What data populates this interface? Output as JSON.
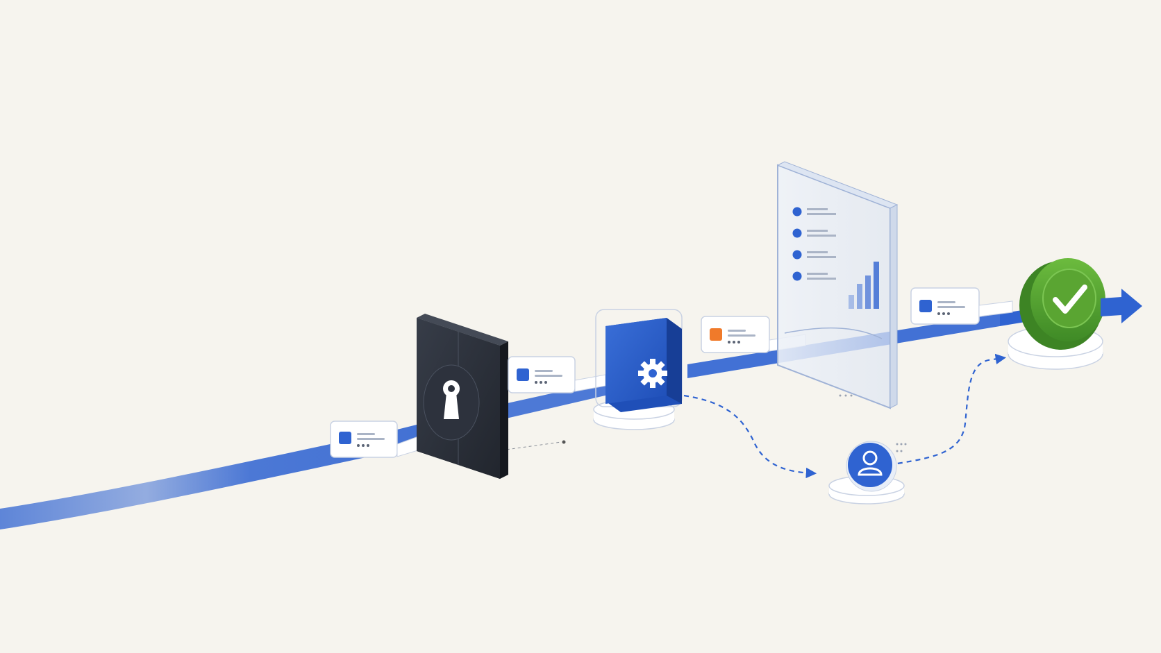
{
  "colors": {
    "background": "#f6f4ee",
    "flow_blue": "#2f63d1",
    "flow_blue_dark": "#1f4fb8",
    "lock_dark": "#2a2f3a",
    "success_green": "#5aa532",
    "success_green_dark": "#3d8424",
    "item_orange": "#f07a2a",
    "card_border": "#c9d2e3",
    "glass": "#e6ecf6"
  },
  "icons": {
    "gate": "keyhole-icon",
    "processor": "gear-icon",
    "review": "user-icon",
    "complete": "checkmark-icon",
    "exit": "arrow-right-icon",
    "dashboard": "bar-chart-icon"
  },
  "items": [
    {
      "kind": "blue",
      "status": "pending"
    },
    {
      "kind": "blue",
      "status": "authorized"
    },
    {
      "kind": "orange",
      "status": "processed"
    },
    {
      "kind": "blue",
      "status": "inspected"
    }
  ],
  "dashboard": {
    "list_bullets": 4,
    "bars": [
      0.25,
      0.45,
      0.6,
      0.85
    ]
  }
}
